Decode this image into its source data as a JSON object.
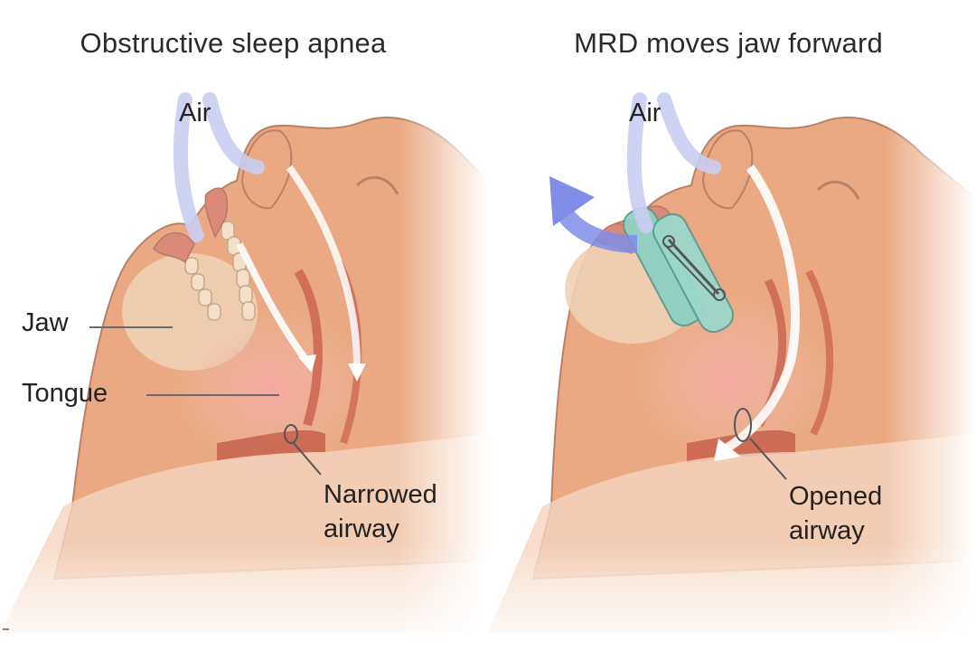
{
  "panels": [
    {
      "id": "left",
      "title": "Obstructive sleep apnea",
      "labels": {
        "air": "Air",
        "jaw": "Jaw",
        "tongue": "Tongue",
        "airway_line1": "Narrowed",
        "airway_line2": "airway"
      }
    },
    {
      "id": "right",
      "title": "MRD moves jaw forward",
      "labels": {
        "air": "Air",
        "airway_line1": "Opened",
        "airway_line2": "airway"
      }
    }
  ],
  "colors": {
    "skin": "#e9a77e",
    "skin_light": "#f4caa8",
    "skin_outline": "#b98266",
    "throat": "#f3a29a",
    "throat_dark": "#c8604c",
    "teeth": "#f0dcc0",
    "air": "#c9cdf2",
    "arrow_blue": "#7f8de6",
    "mrd_device": "#8fd1c4",
    "text": "#222222"
  }
}
